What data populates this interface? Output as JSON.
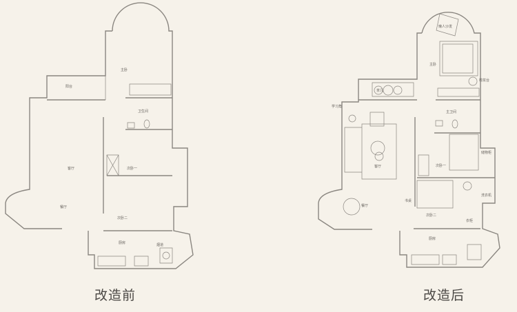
{
  "before": {
    "caption": "改造前",
    "rooms": {
      "master": "主卧",
      "balcony": "阳台",
      "bath": "卫生间",
      "living": "客厅",
      "dining": "餐厅",
      "bed1": "次卧一",
      "bed2": "次卧二",
      "kitchen": "厨房",
      "flue": "烟道"
    }
  },
  "after": {
    "caption": "改造后",
    "rooms": {
      "sofa": "懒人沙发",
      "master": "主卧",
      "vanity": "梳妆台",
      "bath": "主卫间",
      "study_corner": "学习角",
      "living": "客厅",
      "dining": "餐厅",
      "bed1": "次卧一",
      "bed2": "次卧二",
      "desk": "书桌",
      "wardrobe": "衣柜",
      "laundry": "洗衣机",
      "storage": "储物柜",
      "kitchen": "厨房",
      "balcony_seat": "茶几"
    }
  }
}
